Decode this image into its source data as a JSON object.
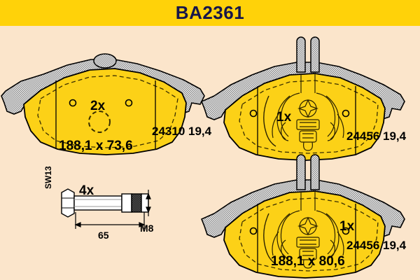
{
  "header": {
    "title": "BA2361",
    "bg_color": "#ffd209",
    "text_color": "#16164a"
  },
  "page": {
    "background_color": "#fbe5cb",
    "pad_fill_color": "#fcd117",
    "plate_hatch_color": "#9a9a9a",
    "line_color": "#000000"
  },
  "parts": [
    {
      "id": "pad-left",
      "quantity_label": "2x",
      "part_number": "24310 19,4",
      "dimensions": "188,1 x 73,6",
      "has_wear_sensor": false
    },
    {
      "id": "pad-right-top",
      "quantity_label": "1x",
      "part_number": "24456 19,4",
      "dimensions": "",
      "has_wear_sensor": true
    },
    {
      "id": "pad-right-bottom",
      "quantity_label": "1x",
      "part_number": "24456 19,4",
      "dimensions": "188,1 x 80,6",
      "has_wear_sensor": true
    }
  ],
  "bolt": {
    "quantity_label": "4x",
    "wrench_size": "SW13",
    "length": "65",
    "thread": "M8"
  }
}
